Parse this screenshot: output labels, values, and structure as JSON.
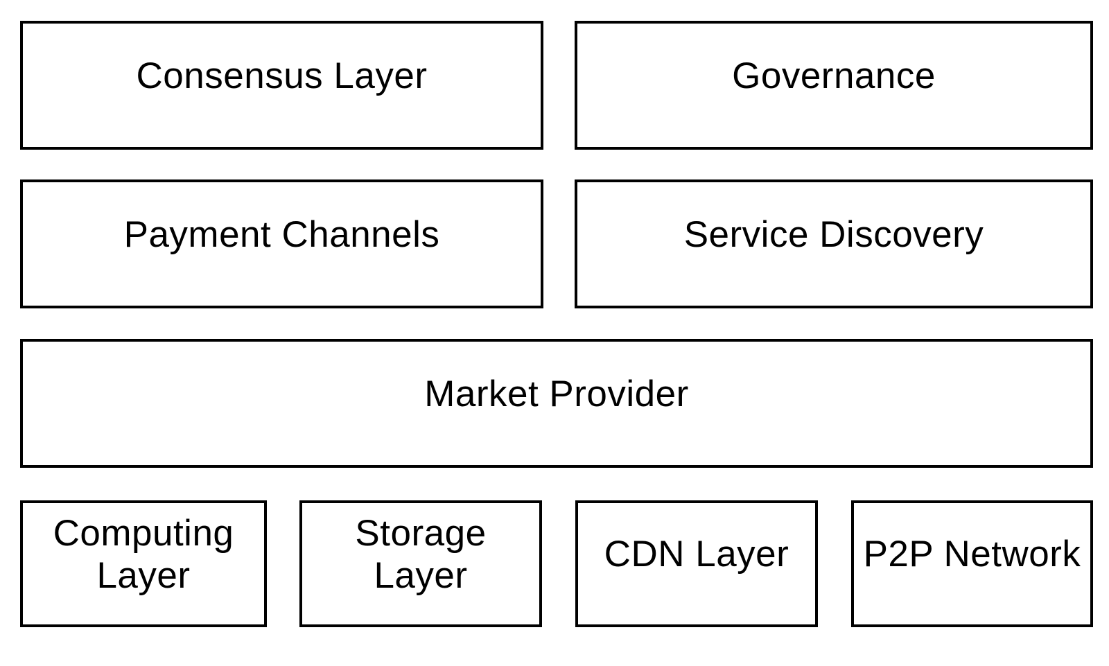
{
  "diagram": {
    "background_color": "#ffffff",
    "box_border_color": "#000000",
    "text_color": "#000000",
    "boxes": {
      "consensus": {
        "label": "Consensus Layer"
      },
      "governance": {
        "label": "Governance"
      },
      "payment": {
        "label": "Payment Channels"
      },
      "service": {
        "label": "Service Discovery"
      },
      "market": {
        "label": "Market Provider"
      },
      "computing": {
        "label": "Computing\nLayer"
      },
      "storage": {
        "label": "Storage\nLayer"
      },
      "cdn": {
        "label": "CDN Layer"
      },
      "p2p": {
        "label": "P2P Network"
      }
    }
  }
}
